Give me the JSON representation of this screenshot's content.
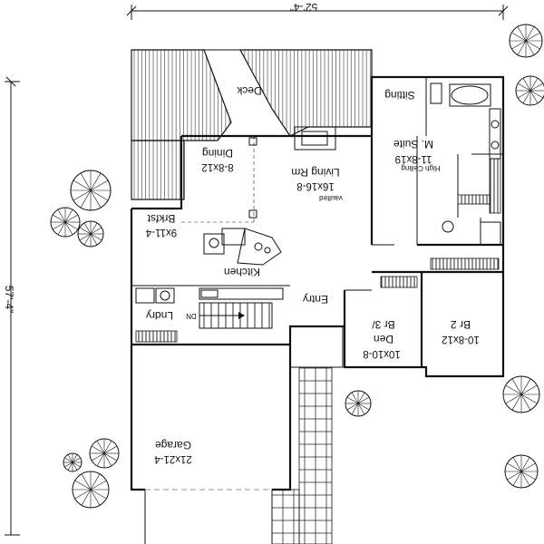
{
  "plan": {
    "overall_width": "52'-4\"",
    "overall_depth": "57'-4\"",
    "rooms": [
      {
        "id": "deck",
        "name": "Deck",
        "size": ""
      },
      {
        "id": "sitting",
        "name": "Sitting",
        "size": ""
      },
      {
        "id": "dining",
        "name": "Dining",
        "size": "8-8x12"
      },
      {
        "id": "living",
        "name": "Living Rm",
        "size": "16x16-8",
        "note": "vaulted"
      },
      {
        "id": "msuite",
        "name": "M. Suite",
        "size": "11-8x19",
        "note": "High Ceiling"
      },
      {
        "id": "brkfst",
        "name": "Brkfst",
        "size": "9x11-4"
      },
      {
        "id": "kitchen",
        "name": "Kitchen",
        "size": ""
      },
      {
        "id": "entry",
        "name": "Entry",
        "size": ""
      },
      {
        "id": "br3",
        "name": "Br 3/",
        "name2": "Den",
        "size": "10x10-8"
      },
      {
        "id": "br2",
        "name": "Br 2",
        "size": "10-8x12"
      },
      {
        "id": "laundry",
        "name": "Lndry",
        "size": ""
      },
      {
        "id": "garage",
        "name": "Garage",
        "size": "21x21-4"
      }
    ],
    "stair_label": "DN"
  }
}
